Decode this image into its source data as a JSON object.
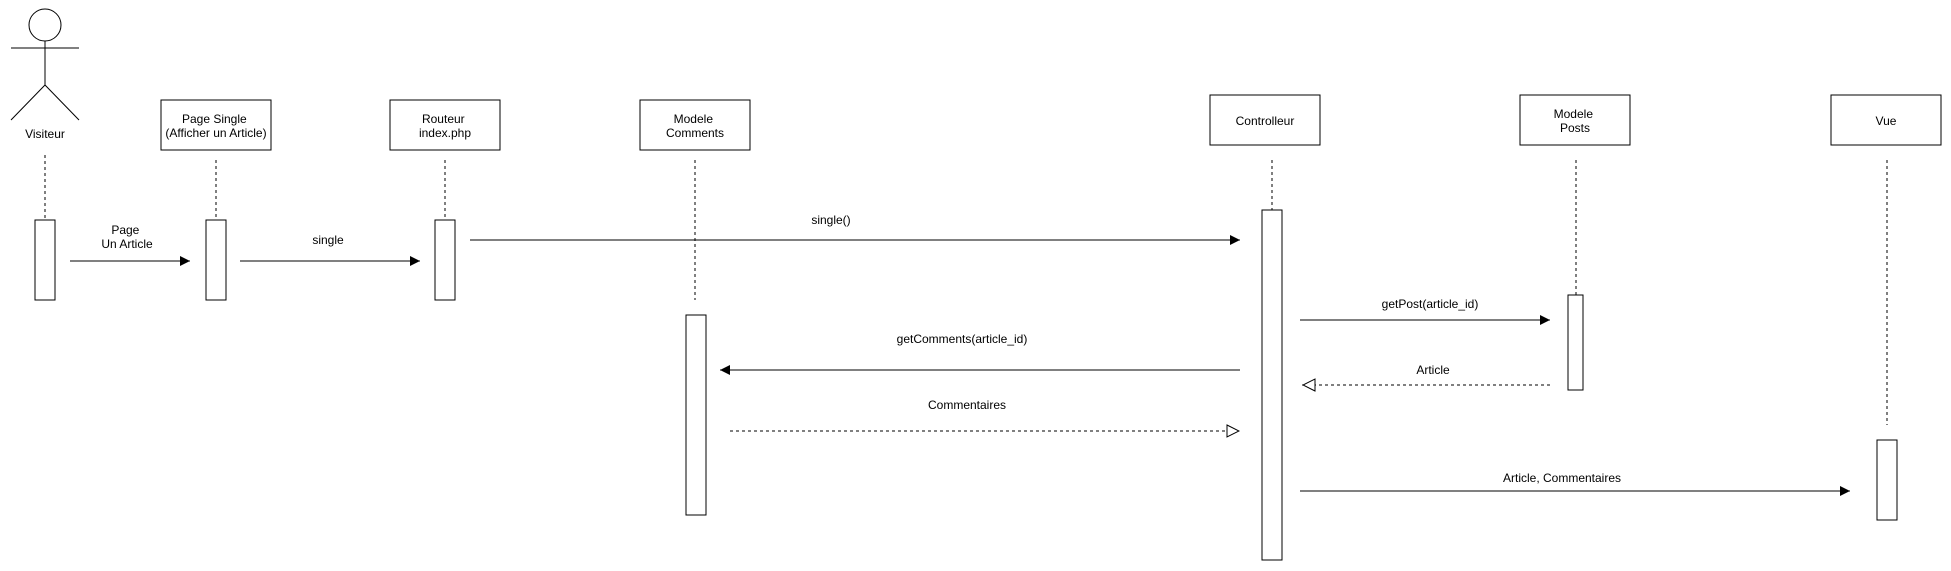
{
  "colors": {
    "stroke": "#000000",
    "fill": "#ffffff",
    "text": "#000000"
  },
  "actor": {
    "label": "Visiteur"
  },
  "participants": [
    {
      "lines": [
        "Page Single",
        "(Afficher un Article)"
      ]
    },
    {
      "lines": [
        "Routeur",
        "index.php"
      ]
    },
    {
      "lines": [
        "Modele",
        "Comments"
      ]
    },
    {
      "lines": [
        "Controlleur"
      ]
    },
    {
      "lines": [
        "Modele",
        "Posts"
      ]
    },
    {
      "lines": [
        "Vue"
      ]
    }
  ],
  "messages": [
    {
      "lines": [
        "Page",
        "Un Article"
      ],
      "kind": "call"
    },
    {
      "lines": [
        "single"
      ],
      "kind": "call"
    },
    {
      "lines": [
        "single()"
      ],
      "kind": "call"
    },
    {
      "lines": [
        "getPost(article_id)"
      ],
      "kind": "call"
    },
    {
      "lines": [
        "getComments(article_id)"
      ],
      "kind": "call"
    },
    {
      "lines": [
        "Article"
      ],
      "kind": "return"
    },
    {
      "lines": [
        "Commentaires"
      ],
      "kind": "return"
    },
    {
      "lines": [
        "Article, Commentaires"
      ],
      "kind": "call"
    }
  ]
}
